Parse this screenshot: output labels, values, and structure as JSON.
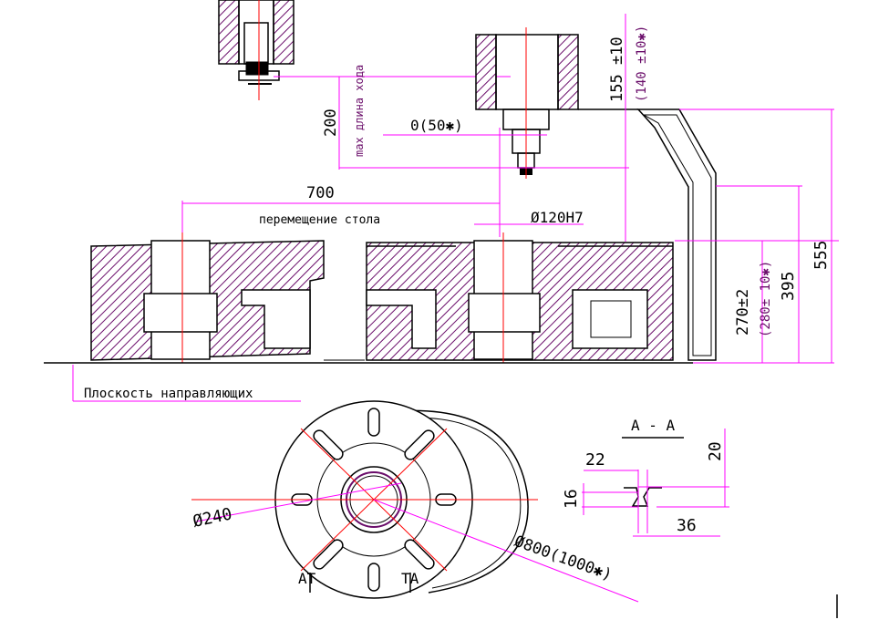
{
  "drawing": {
    "colors": {
      "outline": "#000000",
      "hatch": "#6a0d6a",
      "centerline": "#ff0000",
      "dimension": "#ff00ff",
      "fill": "#ffffff"
    },
    "labels": {
      "travel_200": "200",
      "travel_note": "max длина хода",
      "offset": "0(50✱)",
      "spindle_155": "155 ±10",
      "spindle_140": "(140 ±10✱)",
      "table_travel": "700",
      "table_travel_note": "перемещение стола",
      "bore": "Ø120H7",
      "height_270": "270±2",
      "height_280": "(280± 10✱)",
      "height_395": "395",
      "height_555": "555",
      "guide_plane": "Плоскость направляющих",
      "section_title": "A - A",
      "slot_22": "22",
      "slot_20": "20",
      "slot_16": "16",
      "slot_36": "36",
      "dia_240": "Ø240",
      "dia_800": "Ø800(1000✱)",
      "section_mark_left": "AT",
      "section_mark_right": "TA"
    }
  }
}
